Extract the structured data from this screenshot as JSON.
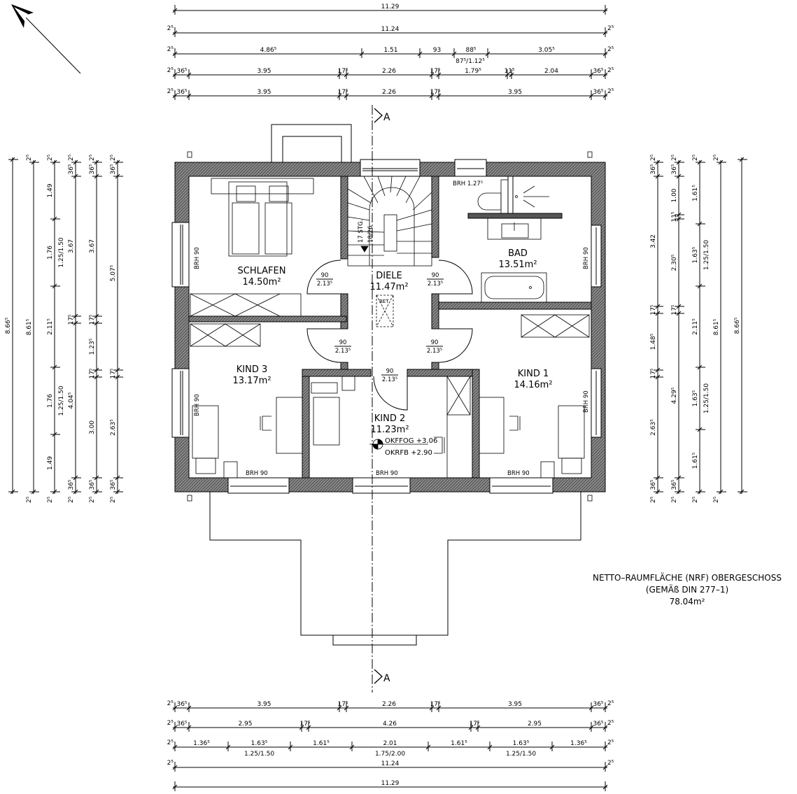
{
  "section_marker": "A",
  "rooms": [
    {
      "name": "SCHLAFEN",
      "area": "14.50m²"
    },
    {
      "name": "DIELE",
      "area": "11.47m²"
    },
    {
      "name": "BAD",
      "area": "13.51m²"
    },
    {
      "name": "KIND  3",
      "area": "13.17m²"
    },
    {
      "name": "KIND  2",
      "area": "11.23m²"
    },
    {
      "name": "KIND  1",
      "area": "14.16m²"
    }
  ],
  "door": {
    "width": "90",
    "height": "2.13⁵"
  },
  "annotations": {
    "brh_90": "BRH  90",
    "brh_127": "BRH  1.27⁵",
    "stairs_steps": "17 STG.",
    "stairs_ratio": "18/26",
    "bet": "BET",
    "level_ffog": "OKFFOG  +3.06",
    "level_rfb": "OKRFB  +2.90"
  },
  "summary": {
    "line1": "NETTO–RAUMFLÄCHE (NRF) OBERGESCHOSS",
    "line2": "(GEMÄß  DIN  277–1)",
    "area": "78.04m²"
  },
  "dimensions": {
    "end_label": "2⁵",
    "top": [
      {
        "labels": [
          "11.29"
        ]
      },
      {
        "labels": [
          "11.24"
        ]
      },
      {
        "labels": [
          "4.86⁵",
          "1.51",
          "93",
          "88⁵",
          "3.05⁵"
        ],
        "sub": "87⁵/1.12⁵"
      },
      {
        "labels": [
          "36⁵",
          "3.95",
          "17⁵",
          "2.26",
          "17⁵",
          "1.79⁵",
          "11⁵",
          "2.04",
          "36⁵"
        ]
      },
      {
        "labels": [
          "36⁵",
          "3.95",
          "17⁵",
          "2.26",
          "17⁵",
          "3.95",
          "36⁵"
        ]
      }
    ],
    "bottom": [
      {
        "labels": [
          "36⁵",
          "3.95",
          "17⁵",
          "2.26",
          "17⁵",
          "3.95",
          "36⁵"
        ]
      },
      {
        "labels": [
          "36⁵",
          "2.95",
          "17⁵",
          "4.26",
          "17⁵",
          "2.95",
          "36⁵"
        ]
      },
      {
        "labels": [
          "1.36⁵",
          "1.63⁵",
          "1.61⁵",
          "2.01",
          "1.61⁵",
          "1.63⁵",
          "1.36⁵"
        ],
        "subs": [
          "1.25/1.50",
          "1.75/2.00",
          "1.25/1.50"
        ]
      },
      {
        "labels": [
          "11.24"
        ]
      },
      {
        "labels": [
          "11.29"
        ]
      }
    ],
    "left": [
      {
        "labels": [
          "8.66⁵"
        ]
      },
      {
        "labels": [
          "8.61⁵"
        ]
      },
      {
        "labels": [
          "1.49",
          "1.76",
          "2.11⁵",
          "1.76",
          "1.49"
        ],
        "subs": [
          "1.25/1.50",
          "1.25/1.50"
        ]
      },
      {
        "labels": [
          "36⁵",
          "3.67",
          "17⁵",
          "4.04⁵",
          "36⁵"
        ]
      },
      {
        "labels": [
          "36⁵",
          "3.67",
          "17⁵",
          "1.23⁵",
          "17⁵",
          "3.00",
          "36⁵"
        ]
      },
      {
        "labels": [
          "36⁵",
          "5.07⁵",
          "17⁵",
          "2.63⁵",
          "36⁵"
        ]
      }
    ],
    "right": [
      {
        "labels": [
          "36⁵",
          "3.42",
          "17⁵",
          "1.48⁵",
          "17⁵",
          "2.63⁵",
          "36⁵"
        ]
      },
      {
        "labels": [
          "36⁵",
          "1.00",
          "11⁵",
          "2.30⁵",
          "17⁵",
          "4.29⁵",
          "36⁵"
        ]
      },
      {
        "labels": [
          "1.61⁵",
          "1.63⁵",
          "2.11⁵",
          "1.63⁵",
          "1.61⁵"
        ],
        "subs": [
          "1.25/1.50",
          "1.25/1.50"
        ]
      },
      {
        "labels": [
          "8.61⁵"
        ]
      },
      {
        "labels": [
          "8.66⁵"
        ]
      }
    ]
  }
}
